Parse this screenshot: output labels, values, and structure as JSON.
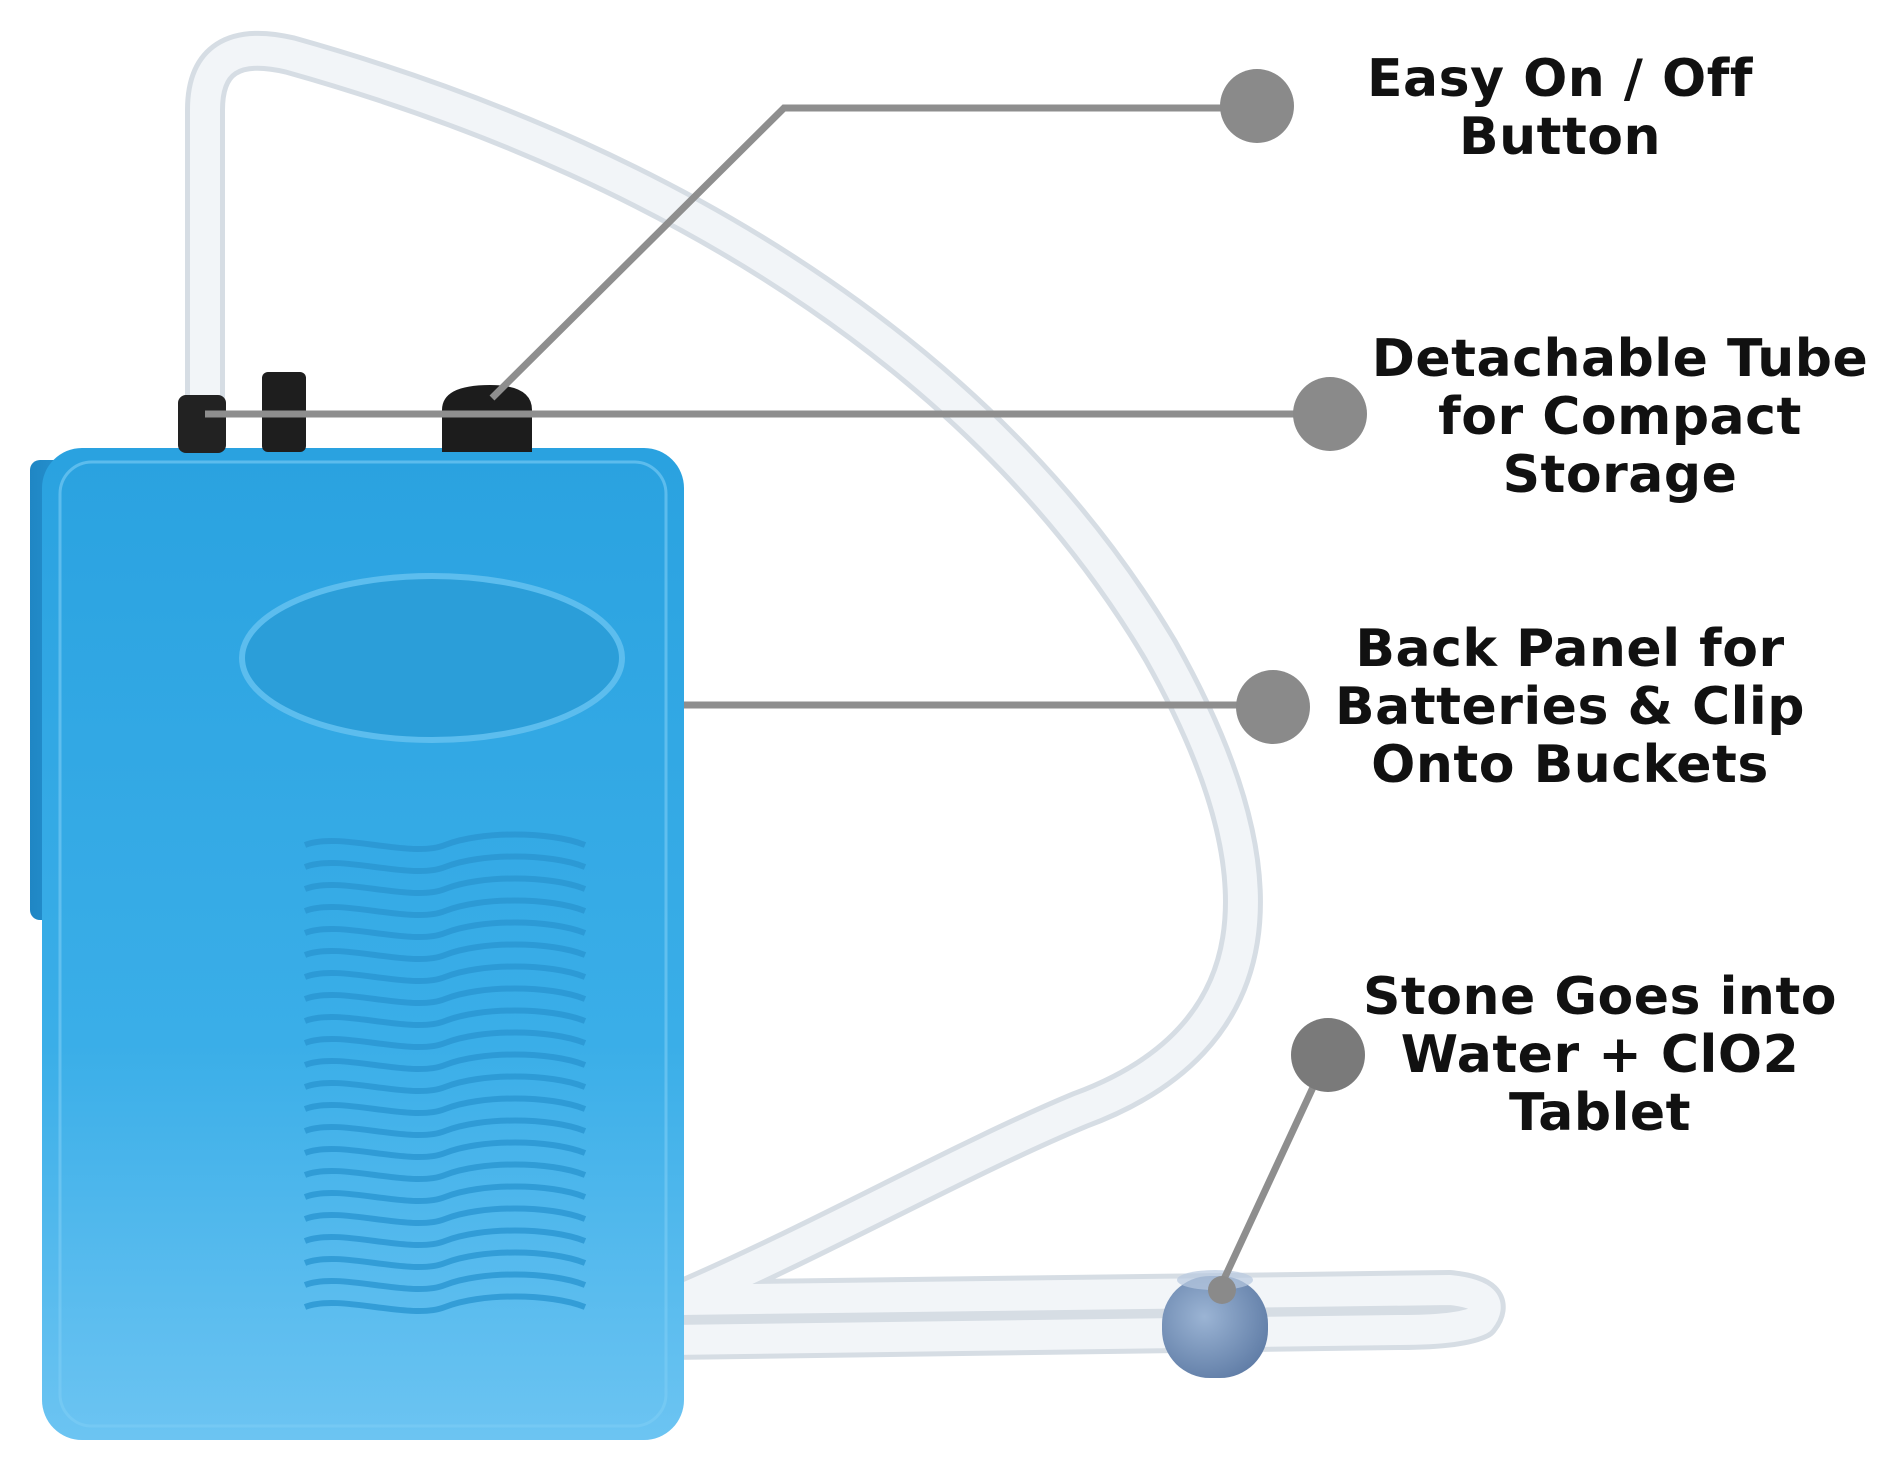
{
  "colors": {
    "pump_body": "#3aa7e2",
    "pump_dark": "#2a8fcf",
    "tube": "#eef2f6",
    "leader_line": "#8e8e8e",
    "callout_dot": "#8a8a8a",
    "text": "#111111"
  },
  "callouts": [
    {
      "id": "on-off",
      "lines": [
        "Easy On / Off",
        "Button"
      ]
    },
    {
      "id": "tube",
      "lines": [
        "Detachable Tube",
        "for Compact",
        "Storage"
      ]
    },
    {
      "id": "back",
      "lines": [
        "Back Panel for",
        "Batteries & Clip",
        "Onto Buckets"
      ]
    },
    {
      "id": "stone",
      "lines": [
        "Stone Goes into",
        "Water + ClO2",
        "Tablet"
      ]
    }
  ]
}
